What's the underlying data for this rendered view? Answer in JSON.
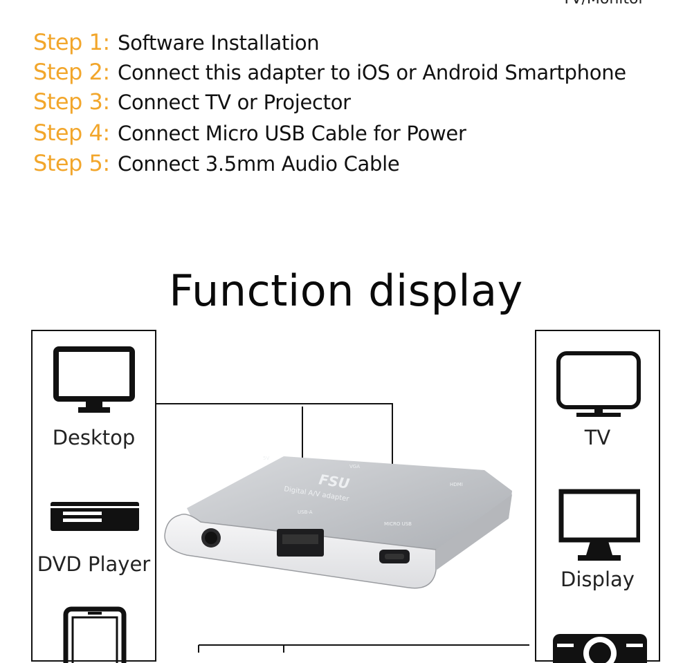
{
  "header_cut_text": "TV/Monitor",
  "steps": [
    {
      "label": "Step 1:",
      "text": "Software Installation"
    },
    {
      "label": "Step 2:",
      "text": "Connect this adapter to iOS or Android Smartphone"
    },
    {
      "label": "Step 3:",
      "text": "Connect TV or Projector"
    },
    {
      "label": "Step 4:",
      "text": "Connect Micro USB Cable for Power"
    },
    {
      "label": "Step 5:",
      "text": "Connect 3.5mm Audio Cable"
    }
  ],
  "section_title": "Function display",
  "left_devices": [
    {
      "label": "Desktop",
      "icon": "desktop-icon"
    },
    {
      "label": "DVD Player",
      "icon": "dvd-player-icon"
    },
    {
      "label": "",
      "icon": "tablet-icon"
    }
  ],
  "right_devices": [
    {
      "label": "TV",
      "icon": "tv-icon"
    },
    {
      "label": "Display",
      "icon": "display-icon"
    },
    {
      "label": "",
      "icon": "projector-icon"
    }
  ],
  "adapter": {
    "brand": "FSU",
    "subtitle": "Digital A/V adapter",
    "port_labels": [
      "5V",
      "VGA",
      "HDMI",
      "USB-A",
      "MICRO USB"
    ]
  },
  "colors": {
    "step_accent": "#f2a62b",
    "text": "#111111",
    "adapter_body": "#c9cbcf"
  }
}
